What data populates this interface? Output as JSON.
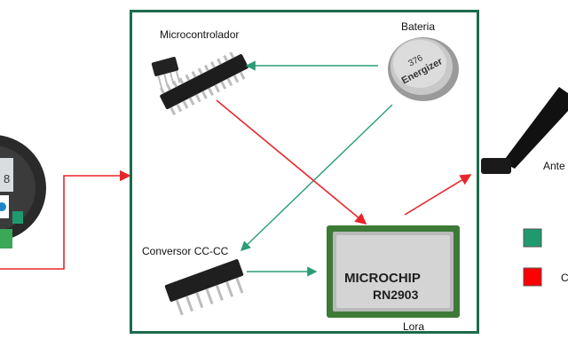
{
  "labels": {
    "microcontroller": "Microcontrolador",
    "battery": "Bateria",
    "converter": "Conversor CC-CC",
    "lora": "Lora",
    "antenna": "Ante",
    "legend_partial": "C"
  },
  "components": {
    "battery_brand": "Energizer",
    "battery_model": "376",
    "lora_brand": "MICROCHIP",
    "lora_model": "RN2903",
    "sensor_readout": "8"
  },
  "legend": [
    {
      "color": "#1f9a6f"
    },
    {
      "color": "#ff0000"
    }
  ],
  "colors": {
    "box_border": "#1d6b4c",
    "green_arrow": "#2a9d74",
    "red_arrow": "#e8262a"
  }
}
